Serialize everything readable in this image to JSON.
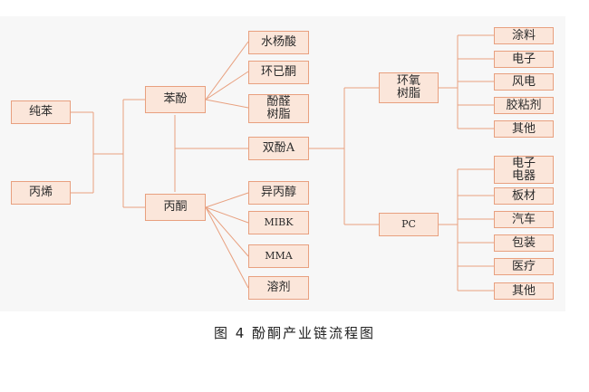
{
  "diagram": {
    "nodes": {
      "pure_benzene": "纯苯",
      "propylene": "丙烯",
      "phenol": "苯酚",
      "acetone": "丙酮",
      "salicylic_acid": "水杨酸",
      "cyclohexanone": "环已酮",
      "phenolic_resin": "酚醛\n树脂",
      "bisphenol_a": "双酚A",
      "isopropanol": "异丙醇",
      "mibk": "MIBK",
      "mma": "MMA",
      "solvent": "溶剂",
      "epoxy_resin": "环氧\n树脂",
      "pc": "PC",
      "coating": "涂料",
      "electronics_1": "电子",
      "wind_power": "风电",
      "adhesive": "胶粘剂",
      "other_1": "其他",
      "electronic_appliances": "电子\n电器",
      "sheet": "板材",
      "automotive": "汽车",
      "packaging": "包装",
      "medical": "医疗",
      "other_2": "其他"
    },
    "colors": {
      "box_fill": "#fbe6da",
      "box_border": "#e8a07f",
      "line": "#e8a07f"
    }
  },
  "caption": "图 4  酚酮产业链流程图"
}
